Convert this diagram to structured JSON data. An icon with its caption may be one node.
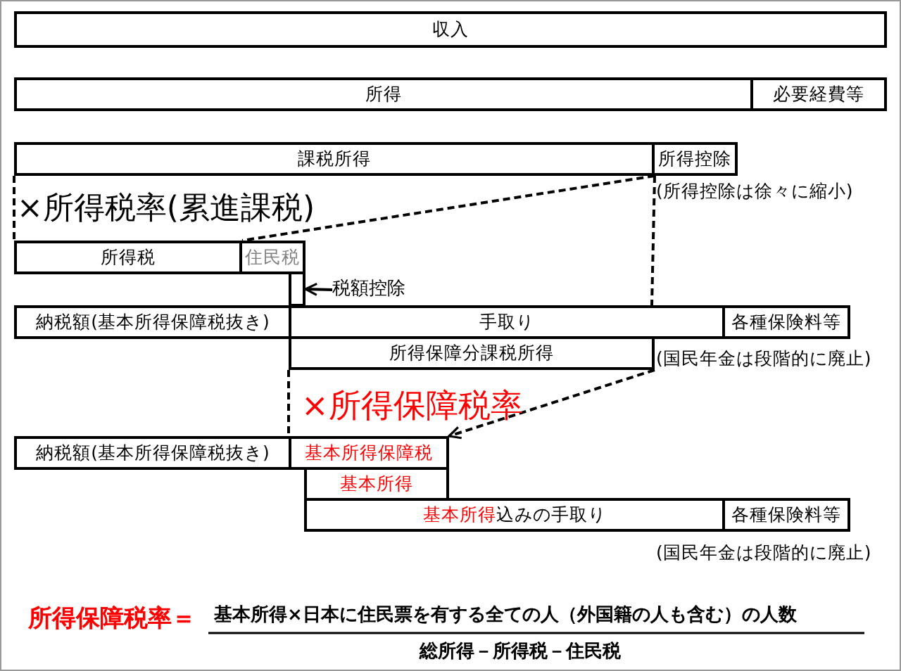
{
  "diagram": {
    "nodes": [
      {
        "text": [
          "収入"
        ]
      },
      {
        "text": [
          "所得"
        ]
      },
      {
        "text": [
          "必要経費等"
        ]
      },
      {
        "text": [
          "課税所得"
        ]
      },
      {
        "text": [
          "所得控除"
        ],
        "beside": [
          "(所得控除は徐々に縮小)"
        ]
      },
      {
        "text": [
          "所得税"
        ]
      },
      {
        "text": [
          "住民税"
        ]
      },
      {
        "text": [],
        "shape": "bar"
      },
      {
        "text": [
          "税額控除"
        ]
      },
      {
        "text": [
          "納税額(基本所得保障税抜き)"
        ]
      },
      {
        "text": [
          "手取り"
        ]
      },
      {
        "text": [
          "各種保険料等"
        ]
      },
      {
        "text": [
          "所得保障分課税所得"
        ],
        "beside": [
          "(国民年金は段階的に廃止)"
        ]
      },
      {
        "text": [
          "納税額(基本所得保障税抜き)"
        ]
      },
      {
        "text": [
          "基本所得保障税"
        ]
      },
      {
        "text": [
          "基本所得"
        ]
      },
      {
        "text": [
          "基本所得込みの手取り"
        ]
      },
      {
        "text": [
          "各種保険料等"
        ],
        "beside": [
          "(国民年金は段階的に廃止)"
        ]
      }
    ],
    "edges": [
      {
        "from": 3,
        "to": 5,
        "arrow": "none",
        "style": "dashed"
      },
      {
        "from": 3,
        "to": 5,
        "arrow": "none",
        "style": "dashed"
      },
      {
        "from": 3,
        "to": 10,
        "arrow": "none",
        "style": "dashed"
      },
      {
        "from": 8,
        "to": 7,
        "arrow": "to"
      },
      {
        "from": 12,
        "to": 14,
        "arrow": "none",
        "style": "dashed"
      },
      {
        "from": 12,
        "to": 14,
        "arrow": "to",
        "style": "dashed"
      }
    ],
    "labels": [
      "×所得税率(累進課税)",
      "×所得保障税率",
      "所得保障税率＝",
      "基本所得×日本に住民票を有する全ての人（外国籍の人も含む）の人数",
      "総所得－所得税－住民税"
    ]
  }
}
